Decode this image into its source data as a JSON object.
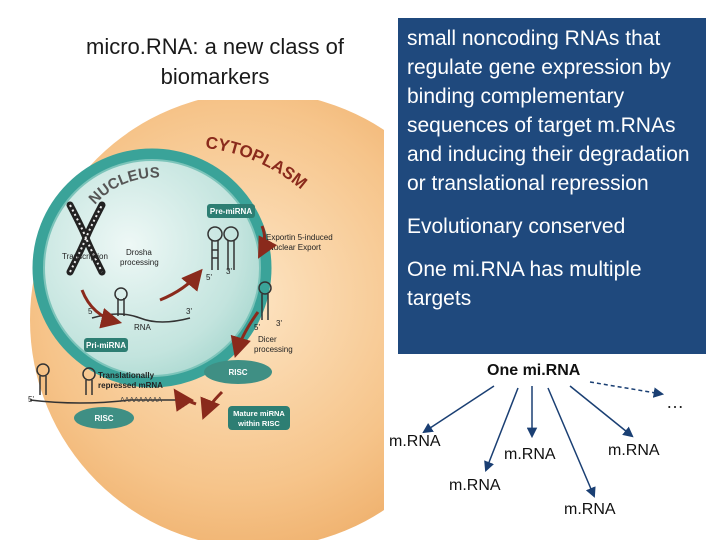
{
  "slide": {
    "title": "micro.RNA: a new class of biomarkers"
  },
  "info_box": {
    "paragraphs": [
      "small noncoding RNAs that regulate gene expression by binding complementary sequences of target m.RNAs and inducing their degradation or translational repression",
      "Evolutionary conserved",
      "One mi.RNA has multiple targets"
    ]
  },
  "diagram": {
    "cytoplasm_label": "CYTOPLASM",
    "nucleus_label": "NUCLEUS",
    "pre_mirna_tag": "Pre-miRNA",
    "pri_mirna_tag": "Pri-miRNA",
    "transcription": "Transcription",
    "drosha": [
      "Drosha",
      "processing"
    ],
    "rna": "RNA",
    "export": [
      "Exportin 5-induced",
      "Nuclear Export"
    ],
    "dicer": [
      "Dicer",
      "processing"
    ],
    "risc": "RISC",
    "translationally": [
      "Translationally",
      "repressed mRNA"
    ],
    "poly_a": "AAAAAAAAA",
    "mature": [
      "Mature miRNA",
      "within RISC"
    ],
    "end5": "5'",
    "end3": "3'",
    "colors": {
      "cytoplasm": "#f6c48a",
      "nucleus": "#c3e4de",
      "membrane": "#3aa399",
      "arrow": "#8a2a1c",
      "risc": "#3f8f84",
      "tag": "#2d7e73"
    }
  },
  "targets": {
    "root": "One mi.RNA",
    "ellipsis": "…",
    "items": [
      "m.RNA",
      "m.RNA",
      "m.RNA",
      "m.RNA",
      "m.RNA"
    ]
  }
}
